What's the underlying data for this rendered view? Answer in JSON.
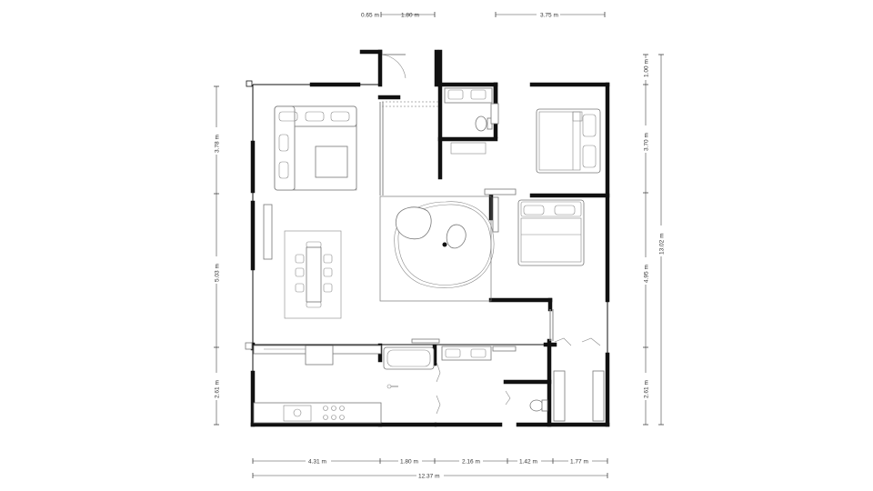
{
  "dimensions": {
    "top": [
      "0.65 m",
      "1.80 m",
      "3.75 m"
    ],
    "bottom": [
      "4.31 m",
      "1.80 m",
      "2.16 m",
      "1.42 m",
      "1.77 m"
    ],
    "bottom_total": "12.37 m",
    "left": [
      "3.78 m",
      "5.03 m",
      "2.61 m"
    ],
    "right": [
      "1.00 m",
      "3.70 m",
      "4.95 m",
      "2.61 m"
    ],
    "right_total": "13.02 m"
  },
  "colors": {
    "wall": "#111111",
    "furniture": "#777777",
    "dimension": "#444444"
  }
}
